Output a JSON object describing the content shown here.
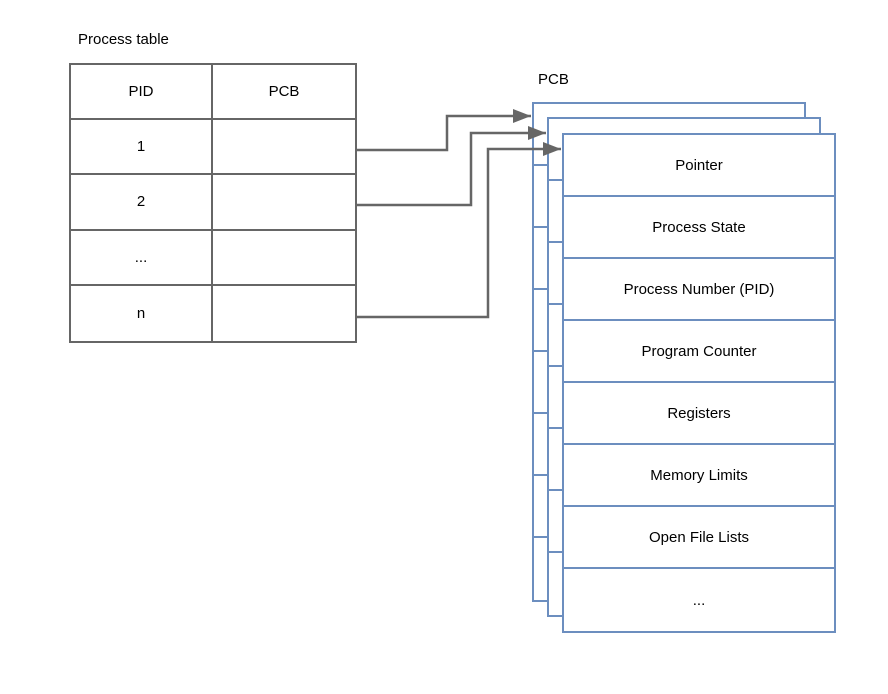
{
  "colors": {
    "pcb_border_blue": "#6c8ebf",
    "connector_gray": "#666666",
    "text_black": "#000000",
    "background_white": "#ffffff"
  },
  "process_table": {
    "title": "Process table",
    "columns": [
      "PID",
      "PCB"
    ],
    "rows": [
      "1",
      "2",
      "...",
      "n"
    ]
  },
  "pcb_stack": {
    "title": "PCB",
    "layers_visible": 3,
    "fields": [
      "Pointer",
      "Process State",
      "Process Number (PID)",
      "Program Counter",
      "Registers",
      "Memory Limits",
      "Open File Lists",
      "..."
    ]
  },
  "connections": [
    {
      "from_pid_row": "1",
      "to": "PCB"
    },
    {
      "from_pid_row": "2",
      "to": "PCB"
    },
    {
      "from_pid_row": "n",
      "to": "PCB"
    }
  ]
}
